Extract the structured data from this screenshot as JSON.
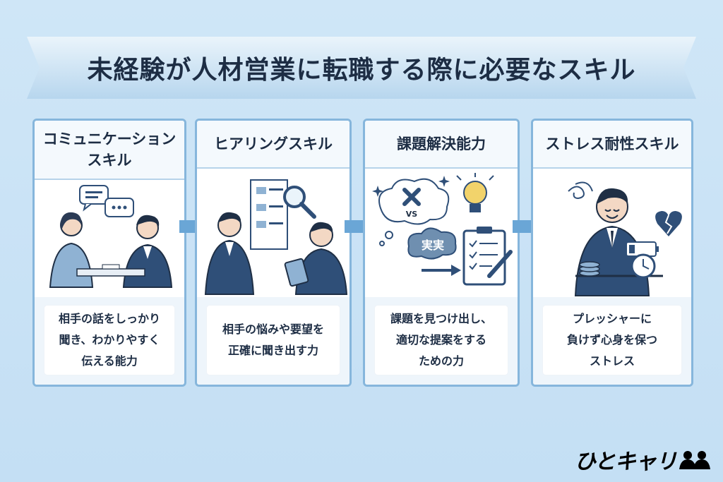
{
  "title": "未経験が人材営業に転職する際に必要なスキル",
  "cards": [
    {
      "heading": "コミュニケーション\nスキル",
      "description": "相手の話をしっかり\n聞き、わかりやすく\n伝える能力"
    },
    {
      "heading": "ヒアリングスキル",
      "description": "相手の悩みや要望を\n正確に聞き出す力"
    },
    {
      "heading": "課題解決能力",
      "description": "課題を見つけ出し、\n適切な提案をする\nための力",
      "vs_label": "VS",
      "cloud_label": "実実"
    },
    {
      "heading": "ストレス耐性スキル",
      "description": "プレッシャーに\n負けず心身を保つ\nストレス"
    }
  ],
  "logo": {
    "text": "ひとキャリ"
  },
  "colors": {
    "accent": "#86b6dc",
    "navy": "#2f4f78",
    "arrow": "#6aa6d6"
  }
}
